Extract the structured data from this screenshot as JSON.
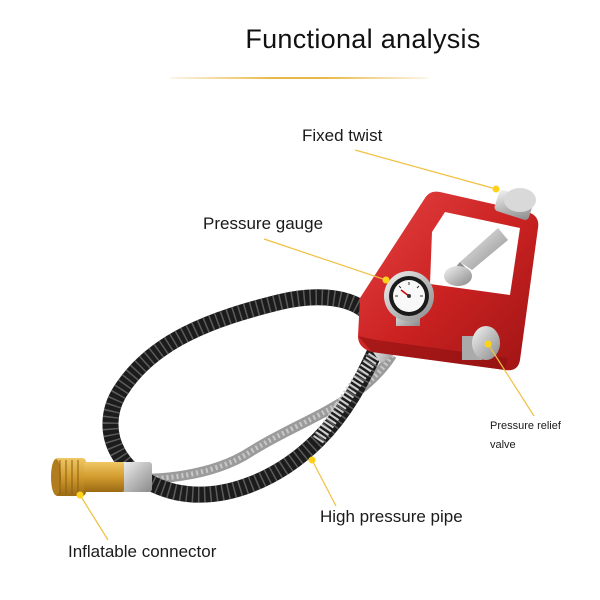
{
  "title": "Functional analysis",
  "callouts": {
    "fixed_twist": "Fixed twist",
    "pressure_gauge": "Pressure gauge",
    "pressure_relief_line1": "Pressure relief",
    "pressure_relief_line2": "valve",
    "high_pressure_pipe": "High pressure pipe",
    "inflatable_connector": "Inflatable connector"
  },
  "colors": {
    "accent_line": "#f0c040",
    "callout_dot": "#ffd21a",
    "body_red": "#d42a2a",
    "hose_black": "#1c1c1c",
    "brass": "#d9a53a"
  }
}
